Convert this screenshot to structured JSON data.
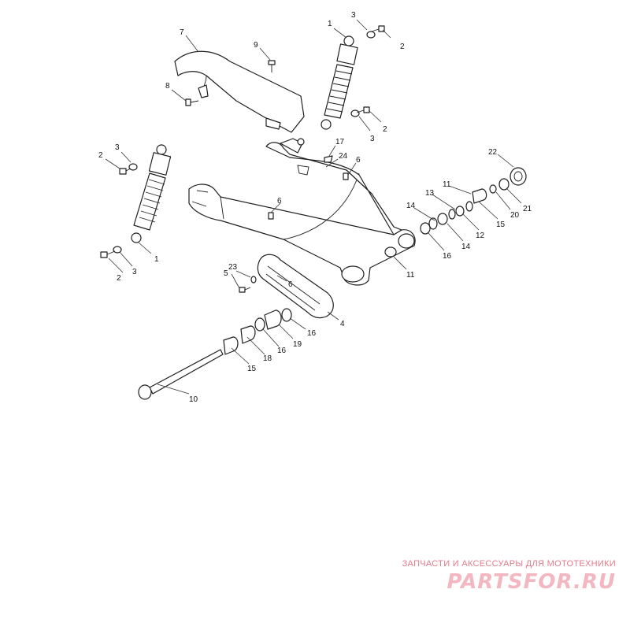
{
  "callouts": [
    {
      "id": "c1a",
      "text": "1"
    },
    {
      "id": "c3a",
      "text": "3"
    },
    {
      "id": "c2a",
      "text": "2"
    },
    {
      "id": "c7",
      "text": "7"
    },
    {
      "id": "c9",
      "text": "9"
    },
    {
      "id": "c8",
      "text": "8"
    },
    {
      "id": "c2b",
      "text": "2"
    },
    {
      "id": "c3b",
      "text": "3"
    },
    {
      "id": "c17",
      "text": "17"
    },
    {
      "id": "c24",
      "text": "24"
    },
    {
      "id": "c6a",
      "text": "6"
    },
    {
      "id": "c22",
      "text": "22"
    },
    {
      "id": "c3c",
      "text": "3"
    },
    {
      "id": "c2c",
      "text": "2"
    },
    {
      "id": "c11a",
      "text": "11"
    },
    {
      "id": "c13",
      "text": "13"
    },
    {
      "id": "c14a",
      "text": "14"
    },
    {
      "id": "c6b",
      "text": "6"
    },
    {
      "id": "c20",
      "text": "20"
    },
    {
      "id": "c21",
      "text": "21"
    },
    {
      "id": "c15a",
      "text": "15"
    },
    {
      "id": "c12",
      "text": "12"
    },
    {
      "id": "c14b",
      "text": "14"
    },
    {
      "id": "c16a",
      "text": "16"
    },
    {
      "id": "c1b",
      "text": "1"
    },
    {
      "id": "c2d",
      "text": "2"
    },
    {
      "id": "c3d",
      "text": "3"
    },
    {
      "id": "c23",
      "text": "23"
    },
    {
      "id": "c5",
      "text": "5"
    },
    {
      "id": "c6c",
      "text": "6"
    },
    {
      "id": "c11b",
      "text": "11"
    },
    {
      "id": "c4",
      "text": "4"
    },
    {
      "id": "c16b",
      "text": "16"
    },
    {
      "id": "c19",
      "text": "19"
    },
    {
      "id": "c16c",
      "text": "16"
    },
    {
      "id": "c18",
      "text": "18"
    },
    {
      "id": "c15b",
      "text": "15"
    },
    {
      "id": "c10",
      "text": "10"
    }
  ],
  "watermark": {
    "tagline": "ЗАПЧАСТИ И АКСЕССУАРЫ ДЛЯ МОТОТЕХНИКИ",
    "brand": "PARTSFOR.RU"
  },
  "colors": {
    "line": "#1f1f1f",
    "watermark_tagline": "#e47a8a",
    "watermark_brand": "#f2b7c0"
  }
}
